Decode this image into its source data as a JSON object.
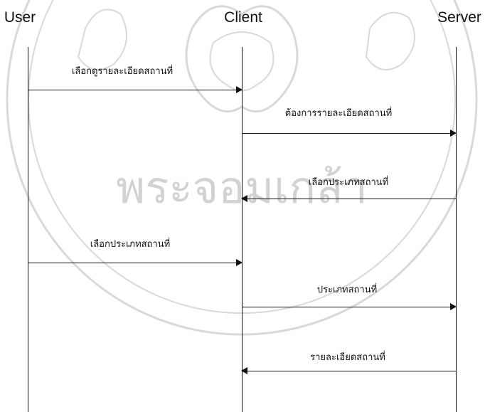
{
  "lifelines": [
    {
      "name": "User"
    },
    {
      "name": "Client"
    },
    {
      "name": "Server"
    }
  ],
  "messages": [
    {
      "from": "User",
      "to": "Client",
      "label": "เลือกดูรายละเอียดสถานที่"
    },
    {
      "from": "Client",
      "to": "Server",
      "label": "ต้องการรายละเอียดสถานที่"
    },
    {
      "from": "Server",
      "to": "Client",
      "label": "เลือกประเภทสถานที่"
    },
    {
      "from": "User",
      "to": "Client",
      "label": "เลือกประเภทสถานที่"
    },
    {
      "from": "Client",
      "to": "Server",
      "label": "ประเภทสถานที่"
    },
    {
      "from": "Server",
      "to": "Client",
      "label": "รายละเอียดสถานที่"
    }
  ],
  "watermark": {
    "text": "พระจอมเกล้า",
    "color": "#d2d2d2"
  }
}
